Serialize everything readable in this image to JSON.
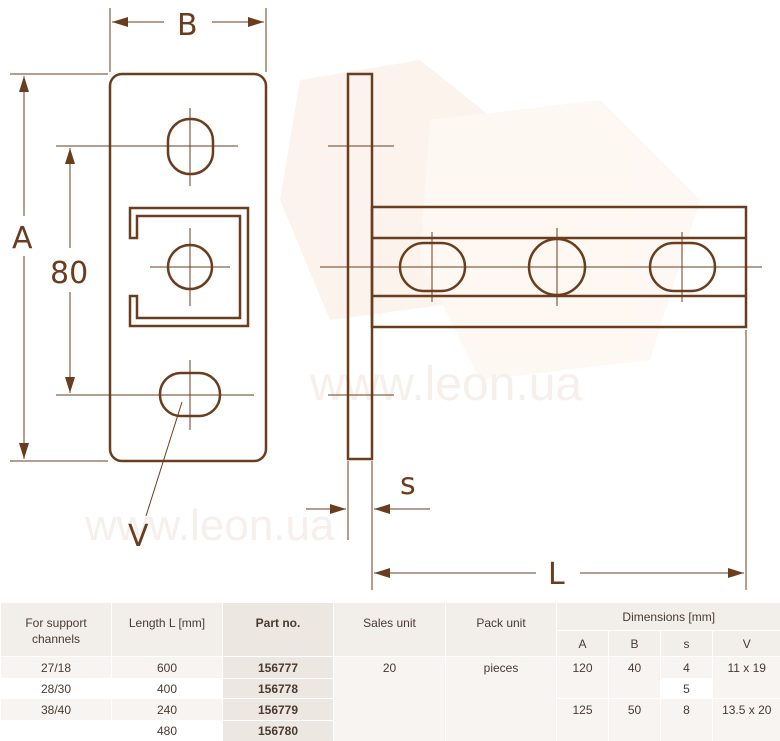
{
  "drawing": {
    "labels": {
      "B": "B",
      "A": "A",
      "dim80": "80",
      "V": "V",
      "s": "s",
      "L": "L"
    },
    "watermark": "www.leon.ua"
  },
  "table": {
    "headers": {
      "support": "For support channels",
      "length": "Length L [mm]",
      "part": "Part no.",
      "sales": "Sales unit",
      "pack": "Pack unit",
      "dims": "Dimensions [mm]",
      "A": "A",
      "B": "B",
      "s": "s",
      "V": "V"
    },
    "rows": [
      {
        "support": "27/18",
        "length": "600",
        "part": "156777"
      },
      {
        "support": "28/30",
        "length": "400",
        "part": "156778"
      },
      {
        "support": "38/40",
        "length": "240",
        "part": "156779"
      },
      {
        "support": "",
        "length": "480",
        "part": "156780"
      }
    ],
    "sales_unit": "20",
    "pack_unit": "pieces",
    "dims_rows": [
      {
        "A": "120",
        "B": "40",
        "s": "4",
        "V": "11 x 19"
      },
      {
        "A": "",
        "B": "",
        "s": "5",
        "V": ""
      },
      {
        "A": "125",
        "B": "50",
        "s": "8",
        "V": "13.5 x 20"
      }
    ]
  }
}
